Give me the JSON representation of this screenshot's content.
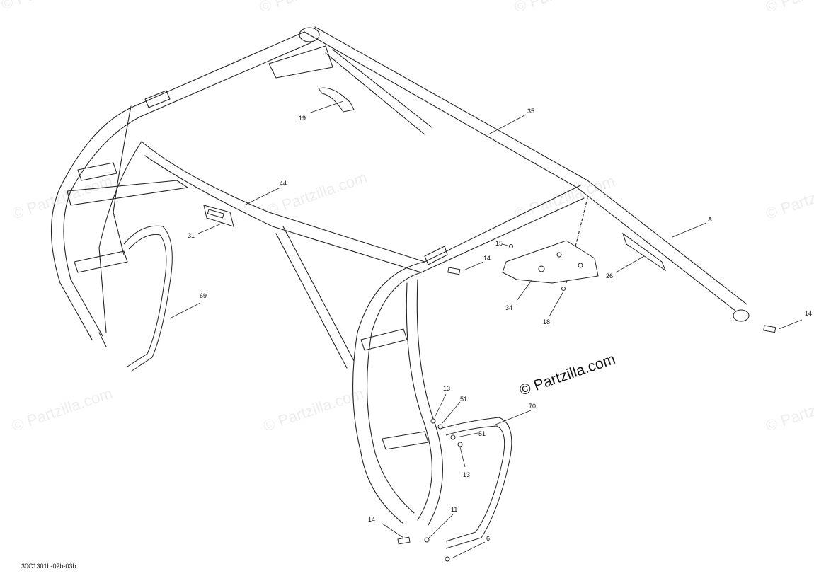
{
  "watermark_text": "© Partzilla.com",
  "copyright_text": "© Partzilla.com",
  "diagram_code": "30C1301b-02b-03b",
  "callouts": [
    {
      "id": "c19",
      "label": "19"
    },
    {
      "id": "c35",
      "label": "35"
    },
    {
      "id": "c44",
      "label": "44"
    },
    {
      "id": "c31",
      "label": "31"
    },
    {
      "id": "cA",
      "label": "A"
    },
    {
      "id": "c15",
      "label": "15"
    },
    {
      "id": "c14a",
      "label": "14"
    },
    {
      "id": "c26",
      "label": "26"
    },
    {
      "id": "c34",
      "label": "34"
    },
    {
      "id": "c18",
      "label": "18"
    },
    {
      "id": "c14b",
      "label": "14"
    },
    {
      "id": "c69",
      "label": "69"
    },
    {
      "id": "c13a",
      "label": "13"
    },
    {
      "id": "c51a",
      "label": "51"
    },
    {
      "id": "c70",
      "label": "70"
    },
    {
      "id": "c51b",
      "label": "51"
    },
    {
      "id": "c13b",
      "label": "13"
    },
    {
      "id": "c14c",
      "label": "14"
    },
    {
      "id": "c11",
      "label": "11"
    },
    {
      "id": "c6",
      "label": "6"
    }
  ]
}
